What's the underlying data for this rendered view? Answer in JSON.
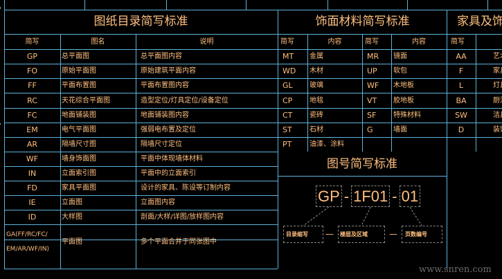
{
  "drawing_index": {
    "title": "图纸目录简写标准",
    "headers": [
      "简写",
      "图名",
      "说明"
    ],
    "rows": [
      [
        "GP",
        "总平面图",
        "总平面图内容"
      ],
      [
        "FO",
        "原始平面图",
        "原始建筑平面内容"
      ],
      [
        "FF",
        "平面布置图",
        "平面布置图内容"
      ],
      [
        "RC",
        "天花综合平面图",
        "造型定位/灯具定位/设备定位"
      ],
      [
        "FC",
        "地面铺装图",
        "地面铺装图内容"
      ],
      [
        "EM",
        "电气平面图",
        "强弱电布置及定位"
      ],
      [
        "AR",
        "隔墙尺寸图",
        "隔墙尺寸定位"
      ],
      [
        "WF",
        "墙身饰面图",
        "平面中体现墙体材料"
      ],
      [
        "IN",
        "立面索引图",
        "平面中的立面索引"
      ],
      [
        "FD",
        "家具平面图",
        "设计的家具、陈设等订制内容"
      ],
      [
        "IE",
        "立面图",
        "立面图内容"
      ],
      [
        "ID",
        "大样图",
        "剖面/大样/详图/放样图内容"
      ]
    ],
    "last_row": {
      "abbr_line1": "GA(FF/RC/FC/",
      "abbr_line2": "EM/AR/WF/IN)",
      "name": "平面图",
      "desc": "多个平面合并于同张图中"
    }
  },
  "materials": {
    "title": "饰面材料简写标准",
    "headers": [
      "简写",
      "内容",
      "简写",
      "内容"
    ],
    "rows": [
      [
        "MT",
        "金属",
        "MR",
        "镜面"
      ],
      [
        "WD",
        "木材",
        "UP",
        "软包"
      ],
      [
        "GL",
        "玻璃",
        "WF",
        "木地板"
      ],
      [
        "CP",
        "地毯",
        "VT",
        "胶地板"
      ],
      [
        "CT",
        "瓷砖",
        "SF",
        "特殊材料"
      ],
      [
        "ST",
        "石材",
        "G",
        "墙面"
      ],
      [
        "PT",
        "油漆、涂料",
        "",
        ""
      ]
    ]
  },
  "furniture": {
    "title": "家具及饰",
    "header": "简写",
    "rows": [
      [
        "AA",
        "艺术"
      ],
      [
        "F",
        "家具"
      ],
      [
        "L",
        "灯具"
      ],
      [
        "BA",
        "厨浴"
      ],
      [
        "SW",
        "洁具"
      ],
      [
        "D",
        "装饰"
      ]
    ]
  },
  "drawing_number": {
    "title": "图号简写标准",
    "code_parts": [
      "GP",
      "1F01",
      "01"
    ],
    "separator": "-",
    "labels": [
      "目录缩写",
      "楼层及区域",
      "页数编号"
    ],
    "connector": "—"
  },
  "watermark": "www.snren.com",
  "colors": {
    "text": "#ffbf80",
    "lines": "#5fb4dc",
    "dashes": "#8a8a8a",
    "background": "#000000"
  }
}
